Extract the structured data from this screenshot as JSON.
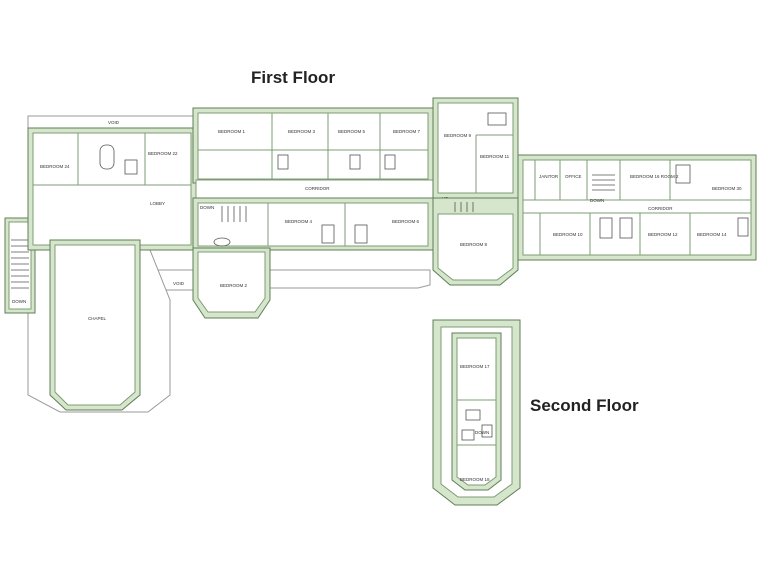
{
  "titles": {
    "first_floor": "First Floor",
    "second_floor": "Second Floor"
  },
  "colors": {
    "wall_fill": "#d5e6cd",
    "wall_stroke": "#5f7f55"
  },
  "first_floor_rooms": {
    "void_top": "VOID",
    "bedroom_1": "BEDROOM 1",
    "bedroom_3": "BEDROOM 3",
    "bedroom_5": "BEDROOM 5",
    "bedroom_7": "BEDROOM 7",
    "bedroom_9": "BEDROOM 9",
    "bedroom_11": "BEDROOM 11",
    "bedroom_24": "BEDROOM 24",
    "bedroom_22": "BEDROOM 22",
    "lobby": "LOBBY",
    "corridor_main": "CORRIDOR",
    "down": "DOWN",
    "up": "UP",
    "bedroom_4": "BEDROOM 4",
    "bedroom_6": "BEDROOM 6",
    "bedroom_8": "BEDROOM 8",
    "bedroom_2": "BEDROOM 2",
    "void_bottom": "VOID",
    "chapel": "CHAPEL",
    "down_stair_left": "DOWN",
    "janitor": "JANITOR",
    "office": "OFFICE",
    "bedroom_16": "BEDROOM 16 ROOM 2",
    "bedroom_30": "BEDROOM 30",
    "down_east": "DOWN",
    "corridor_east": "CORRIDOR",
    "bedroom_10": "BEDROOM 10",
    "bedroom_12": "BEDROOM 12",
    "bedroom_14": "BEDROOM 14"
  },
  "second_floor_rooms": {
    "bedroom_17": "BEDROOM 17",
    "bedroom_18": "BEDROOM 18",
    "down": "DOWN"
  }
}
